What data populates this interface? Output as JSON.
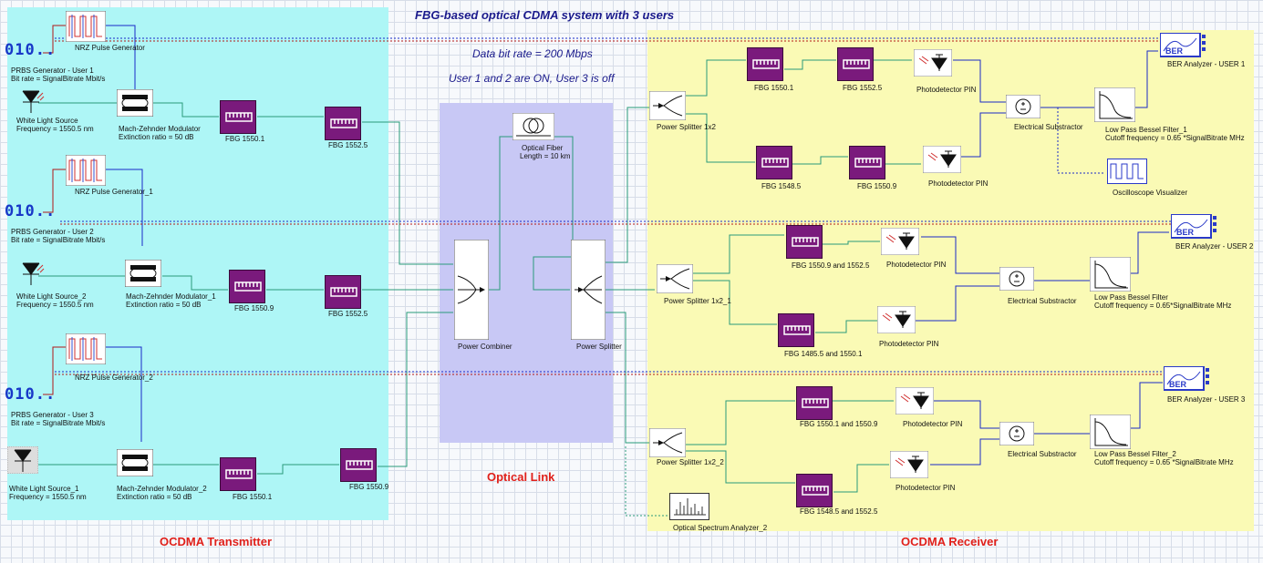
{
  "title": "FBG-based optical CDMA system with 3 users",
  "notes": {
    "bit_rate": "Data bit rate = 200 Mbps",
    "users_state": "User 1 and 2 are ON, User 3 is off"
  },
  "sections": {
    "transmitter": "OCDMA Transmitter",
    "link": "Optical Link",
    "receiver": "OCDMA Receiver"
  },
  "colors": {
    "transmitter_bg": "#aef6f6",
    "link_bg": "#c8c8f5",
    "receiver_bg": "#fafab5",
    "fbg": "#7a1a7c",
    "optical_wire": "#2a9a7a",
    "electrical_wire": "#1a2ac8",
    "data_wire": "#b01818"
  },
  "transmitter": {
    "users": [
      {
        "prbs_glyph": "010..",
        "prbs_name": "PRBS Generator - User 1",
        "prbs_param": "Bit rate = SignalBitrate  Mbit/s",
        "nrz": "NRZ Pulse Generator",
        "light_name": "White Light Source",
        "light_param": "Frequency = 1550.5  nm",
        "mzm_name": "Mach-Zehnder Modulator",
        "mzm_param": "Extinction ratio = 50  dB",
        "fbg_a": "FBG 1550.1",
        "fbg_b": "FBG 1552.5"
      },
      {
        "prbs_glyph": "010..",
        "prbs_name": "PRBS Generator - User 2",
        "prbs_param": "Bit rate = SignalBitrate  Mbit/s",
        "nrz": "NRZ Pulse Generator_1",
        "light_name": "White Light Source_2",
        "light_param": "Frequency = 1550.5  nm",
        "mzm_name": "Mach-Zehnder Modulator_1",
        "mzm_param": "Extinction ratio = 50  dB",
        "fbg_a": "FBG 1550.9",
        "fbg_b": "FBG 1552.5"
      },
      {
        "prbs_glyph": "010..",
        "prbs_name": "PRBS Generator - User 3",
        "prbs_param": "Bit rate = SignalBitrate  Mbit/s",
        "nrz": "NRZ Pulse Generator_2",
        "light_name": "White Light Source_1",
        "light_param": "Frequency = 1550.5  nm",
        "mzm_name": "Mach-Zehnder Modulator_2",
        "mzm_param": "Extinction ratio = 50  dB",
        "fbg_a": "FBG 1550.1",
        "fbg_b": "FBG 1550.9"
      }
    ]
  },
  "link": {
    "fiber_name": "Optical Fiber",
    "fiber_param": "Length = 10  km",
    "combiner": "Power Combiner",
    "splitter": "Power Splitter"
  },
  "receiver": {
    "users": [
      {
        "splitter": "Power Splitter 1x2",
        "fbg_1": "FBG 1550.1",
        "fbg_2": "FBG 1552.5",
        "fbg_3": "FBG 1548.5",
        "fbg_4": "FBG 1550.9",
        "pd_1": "Photodetector PIN",
        "pd_2": "Photodetector PIN",
        "sub": "Electrical Substractor",
        "filter_name": "Low Pass Bessel Filter_1",
        "filter_param": "Cutoff frequency = 0.65 *SignalBitrate  MHz",
        "ber": "BER Analyzer - USER 1",
        "ber_icon": "BER",
        "scope": "Oscilloscope Visualizer"
      },
      {
        "splitter": "Power Splitter 1x2_1",
        "fbg_1": "FBG 1550.9 and 1552.5",
        "fbg_2": "FBG 1485.5 and 1550.1",
        "pd_1": "Photodetector PIN",
        "pd_2": "Photodetector PIN",
        "sub": "Electrical Substractor",
        "filter_name": "Low Pass Bessel Filter",
        "filter_param": "Cutoff frequency = 0.65*SignalBitrate  MHz",
        "ber": "BER Analyzer - USER 2",
        "ber_icon": "BER"
      },
      {
        "splitter": "Power Splitter 1x2_2",
        "fbg_1": "FBG 1550.1 and 1550.9",
        "fbg_2": "FBG 1548.5 and 1552.5",
        "pd_1": "Photodetector PIN",
        "pd_2": "Photodetector PIN",
        "sub": "Electrical Substractor",
        "filter_name": "Low Pass Bessel Filter_2",
        "filter_param": "Cutoff frequency = 0.65 *SignalBitrate  MHz",
        "ber": "BER Analyzer - USER 3",
        "ber_icon": "BER"
      }
    ],
    "osa": "Optical Spectrum Analyzer_2"
  }
}
